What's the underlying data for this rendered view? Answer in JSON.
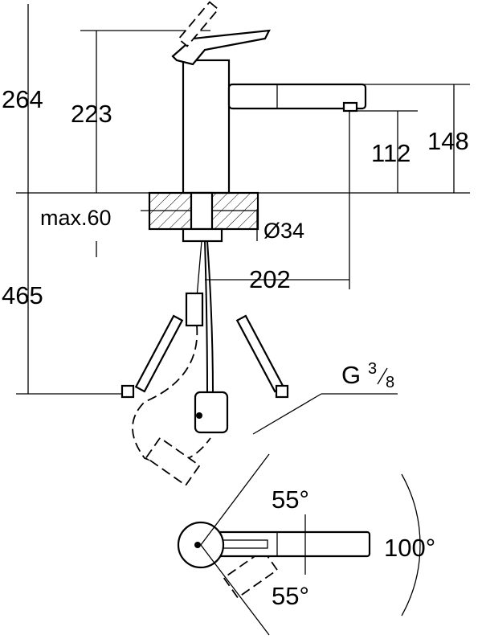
{
  "dimensions": {
    "total_height": "264",
    "body_height": "223",
    "spout_height": "148",
    "outlet_height": "112",
    "max_thickness": "max.60",
    "hole_diameter": "Ø34",
    "reach": "202",
    "hose_length": "465",
    "thread_prefix": "G",
    "thread_num": "3",
    "thread_den": "8",
    "swivel_left": "55°",
    "swivel_total": "100°",
    "swivel_right": "55°"
  }
}
